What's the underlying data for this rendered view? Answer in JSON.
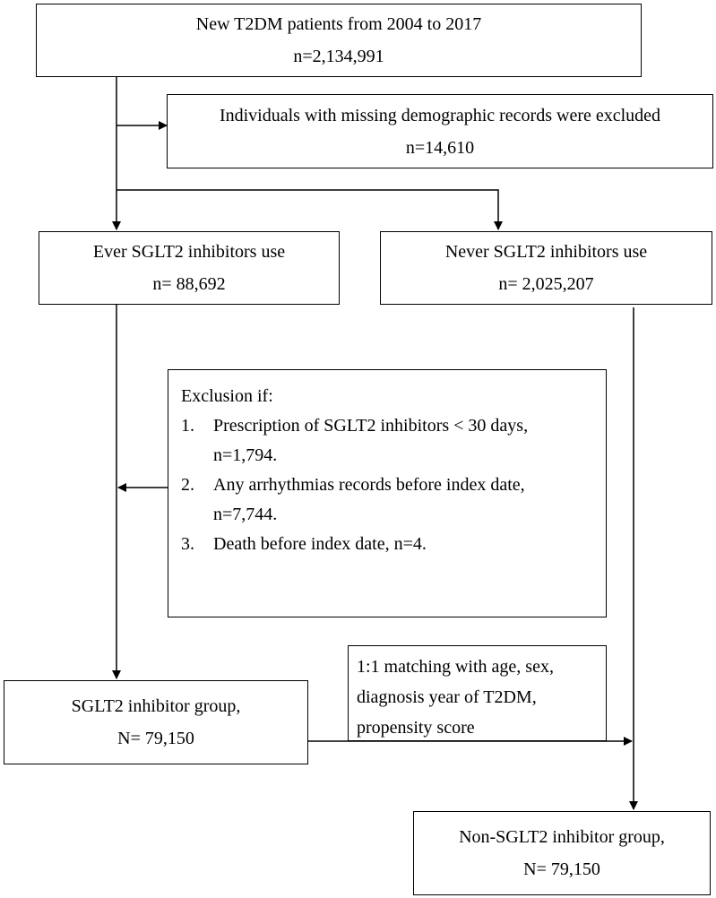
{
  "diagram": {
    "nodes": {
      "new_patients": {
        "line1": "New T2DM patients from 2004 to 2017",
        "line2": "n=2,134,991"
      },
      "excluded_missing": {
        "line1": "Individuals with missing demographic records were excluded",
        "line2": "n=14,610"
      },
      "ever_use": {
        "line1": "Ever SGLT2 inhibitors use",
        "line2": "n= 88,692"
      },
      "never_use": {
        "line1": "Never SGLT2 inhibitors use",
        "line2": "n= 2,025,207"
      },
      "exclusion": {
        "title": "Exclusion if:",
        "items": [
          {
            "num": "1.",
            "line1": "Prescription of SGLT2 inhibitors < 30 days,",
            "line2": "n=1,794."
          },
          {
            "num": "2.",
            "line1": "Any arrhythmias records before index date,",
            "line2": "n=7,744."
          },
          {
            "num": "3.",
            "line1": "Death before index date, n=4.",
            "line2": ""
          }
        ]
      },
      "matching": {
        "line1": "1:1 matching with age, sex,",
        "line2": "diagnosis year of T2DM,",
        "line3": "propensity score"
      },
      "sglt2_group": {
        "line1": "SGLT2 inhibitor group,",
        "line2": "N= 79,150"
      },
      "non_sglt2_group": {
        "line1": "Non-SGLT2 inhibitor group,",
        "line2": "N= 79,150"
      }
    }
  }
}
